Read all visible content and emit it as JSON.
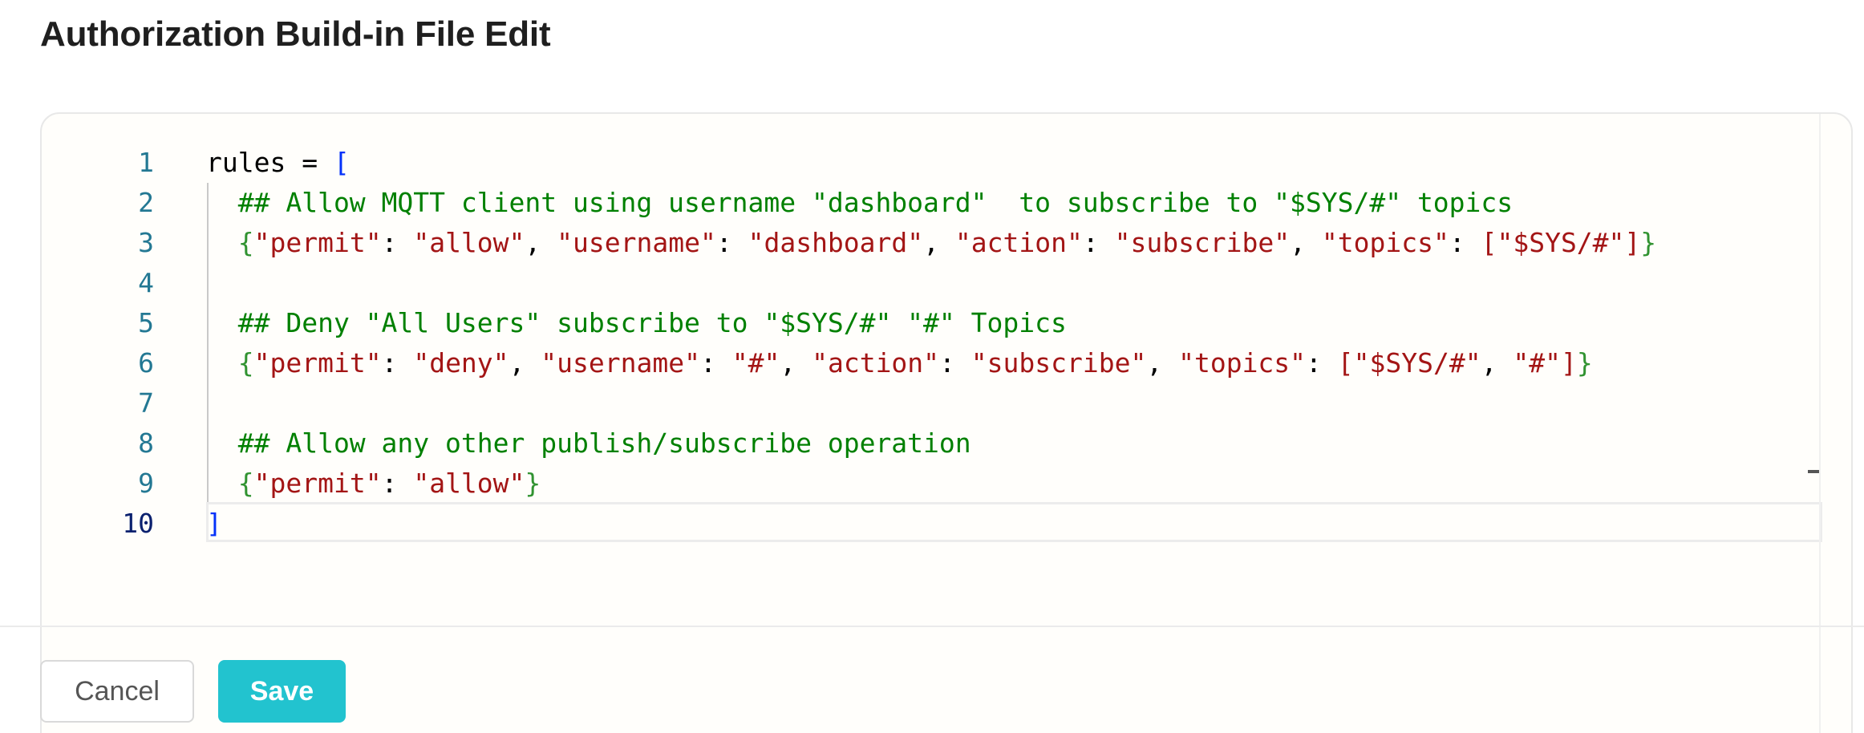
{
  "page": {
    "title": "Authorization Build-in File Edit"
  },
  "editor": {
    "lines": [
      {
        "number": "1",
        "tokens": [
          [
            "plain",
            "rules = "
          ],
          [
            "bracket",
            "["
          ]
        ]
      },
      {
        "number": "2",
        "tokens": [
          [
            "comment",
            "  ## Allow MQTT client using username \"dashboard\"  to subscribe to \"$SYS/#\" topics"
          ]
        ]
      },
      {
        "number": "3",
        "tokens": [
          [
            "plain",
            "  "
          ],
          [
            "brace",
            "{"
          ],
          [
            "str",
            "\"permit\""
          ],
          [
            "plain",
            ": "
          ],
          [
            "str",
            "\"allow\""
          ],
          [
            "plain",
            ", "
          ],
          [
            "str",
            "\"username\""
          ],
          [
            "plain",
            ": "
          ],
          [
            "str",
            "\"dashboard\""
          ],
          [
            "plain",
            ", "
          ],
          [
            "str",
            "\"action\""
          ],
          [
            "plain",
            ": "
          ],
          [
            "str",
            "\"subscribe\""
          ],
          [
            "plain",
            ", "
          ],
          [
            "str",
            "\"topics\""
          ],
          [
            "plain",
            ": "
          ],
          [
            "bracket2",
            "["
          ],
          [
            "str",
            "\"$SYS/#\""
          ],
          [
            "bracket2",
            "]"
          ],
          [
            "brace",
            "}"
          ]
        ]
      },
      {
        "number": "4",
        "tokens": []
      },
      {
        "number": "5",
        "tokens": [
          [
            "comment",
            "  ## Deny \"All Users\" subscribe to \"$SYS/#\" \"#\" Topics"
          ]
        ]
      },
      {
        "number": "6",
        "tokens": [
          [
            "plain",
            "  "
          ],
          [
            "brace",
            "{"
          ],
          [
            "str",
            "\"permit\""
          ],
          [
            "plain",
            ": "
          ],
          [
            "str",
            "\"deny\""
          ],
          [
            "plain",
            ", "
          ],
          [
            "str",
            "\"username\""
          ],
          [
            "plain",
            ": "
          ],
          [
            "str",
            "\"#\""
          ],
          [
            "plain",
            ", "
          ],
          [
            "str",
            "\"action\""
          ],
          [
            "plain",
            ": "
          ],
          [
            "str",
            "\"subscribe\""
          ],
          [
            "plain",
            ", "
          ],
          [
            "str",
            "\"topics\""
          ],
          [
            "plain",
            ": "
          ],
          [
            "bracket2",
            "["
          ],
          [
            "str",
            "\"$SYS/#\""
          ],
          [
            "plain",
            ", "
          ],
          [
            "str",
            "\"#\""
          ],
          [
            "bracket2",
            "]"
          ],
          [
            "brace",
            "}"
          ]
        ]
      },
      {
        "number": "7",
        "tokens": []
      },
      {
        "number": "8",
        "tokens": [
          [
            "comment",
            "  ## Allow any other publish/subscribe operation"
          ]
        ]
      },
      {
        "number": "9",
        "tokens": [
          [
            "plain",
            "  "
          ],
          [
            "brace",
            "{"
          ],
          [
            "str",
            "\"permit\""
          ],
          [
            "plain",
            ": "
          ],
          [
            "str",
            "\"allow\""
          ],
          [
            "brace",
            "}"
          ]
        ]
      },
      {
        "number": "10",
        "tokens": [
          [
            "bracket",
            "]"
          ]
        ]
      }
    ],
    "active_line": "10"
  },
  "footer": {
    "cancel_label": "Cancel",
    "save_label": "Save"
  },
  "colors": {
    "save_button": "#22c3cf",
    "comment": "#008000",
    "string": "#a31515",
    "bracket": "#0431fa",
    "brace": "#319331",
    "line_number": "#237893"
  }
}
